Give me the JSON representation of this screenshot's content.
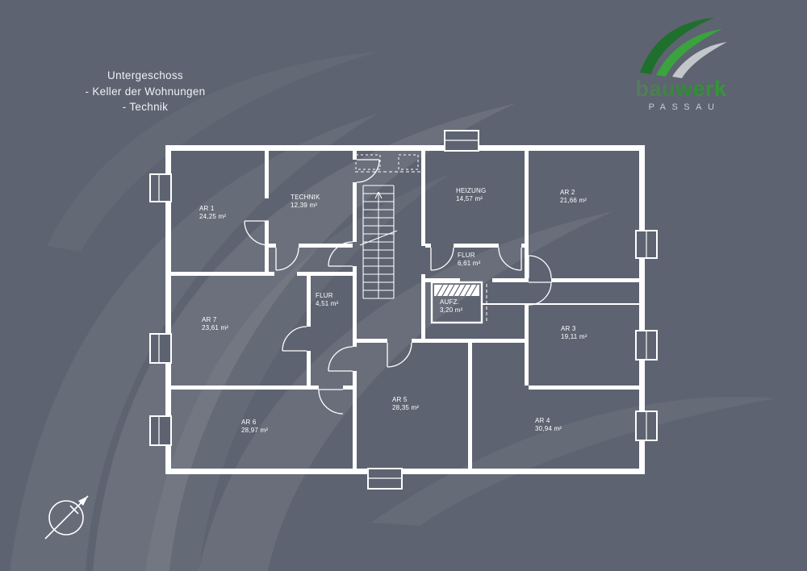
{
  "title": {
    "lines": [
      "Untergeschoss",
      "- Keller der Wohnungen",
      "- Technik"
    ]
  },
  "logo": {
    "wordmark": "bauwerk",
    "city": "PASSAU"
  },
  "plan": {
    "rooms": [
      {
        "id": "ar1",
        "name": "AR 1",
        "area": "24,25 m²"
      },
      {
        "id": "technik",
        "name": "TECHNIK",
        "area": "12,39 m²"
      },
      {
        "id": "heizung",
        "name": "HEIZUNG",
        "area": "14,57 m²"
      },
      {
        "id": "ar2",
        "name": "AR 2",
        "area": "21,66 m²"
      },
      {
        "id": "flur1",
        "name": "FLUR",
        "area": "6,61 m²"
      },
      {
        "id": "flur2",
        "name": "FLUR",
        "area": "4,51 m²"
      },
      {
        "id": "aufzug",
        "name": "AUFZ.",
        "area": "3,20 m²"
      },
      {
        "id": "ar7",
        "name": "AR 7",
        "area": "23,61 m²"
      },
      {
        "id": "ar3",
        "name": "AR 3",
        "area": "19,11 m²"
      },
      {
        "id": "ar6",
        "name": "AR 6",
        "area": "28,97 m²"
      },
      {
        "id": "ar5",
        "name": "AR 5",
        "area": "28,35 m²"
      },
      {
        "id": "ar4",
        "name": "AR 4",
        "area": "30,94 m²"
      }
    ]
  },
  "icons": {
    "north_arrow": "north-arrow-compass",
    "logo_mark": "bauwerk-swoosh-mark"
  },
  "colors": {
    "background": "#5d6370",
    "wall": "#ffffff",
    "text": "#ffffff",
    "logo_green_dark": "#1f6f2d",
    "logo_green": "#3aa23f",
    "logo_silver": "#c3c7cc"
  }
}
